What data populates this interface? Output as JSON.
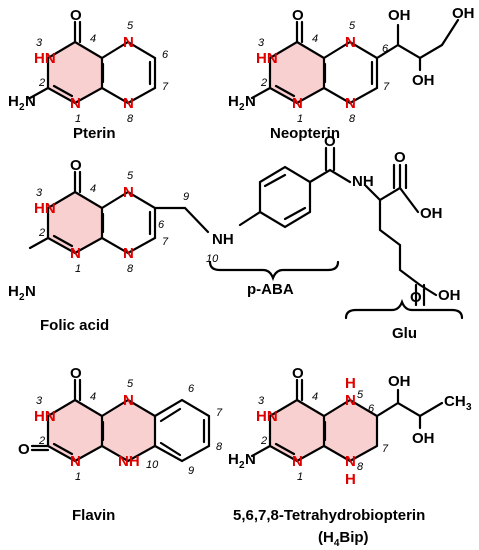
{
  "colors": {
    "ring_atom": "#e00000",
    "ring_highlight": "#f8d0d0",
    "bond": "#000000",
    "text": "#000000"
  },
  "labels": {
    "O": "O",
    "N": "N",
    "HN": "HN",
    "NH": "NH",
    "H": "H",
    "H2N_H": "H",
    "H2N_2": "2",
    "H2N_N": "N",
    "OH": "OH",
    "CH3_CH": "CH",
    "CH3_3": "3"
  },
  "compounds": {
    "pterin": {
      "name": "Pterin"
    },
    "neopterin": {
      "name": "Neopterin"
    },
    "folic_acid": {
      "name": "Folic acid",
      "paba": "p-ABA",
      "glu": "Glu"
    },
    "flavin": {
      "name": "Flavin"
    },
    "h4bip": {
      "name": "5,6,7,8-Tetrahydrobiopterin",
      "abbr_pre": "(H",
      "abbr_sub": "4",
      "abbr_post": "Bip)"
    }
  },
  "atom_numbers": {
    "n1": "1",
    "n2": "2",
    "n3": "3",
    "n4": "4",
    "n5": "5",
    "n6": "6",
    "n7": "7",
    "n8": "8",
    "n9": "9",
    "n10": "10"
  }
}
